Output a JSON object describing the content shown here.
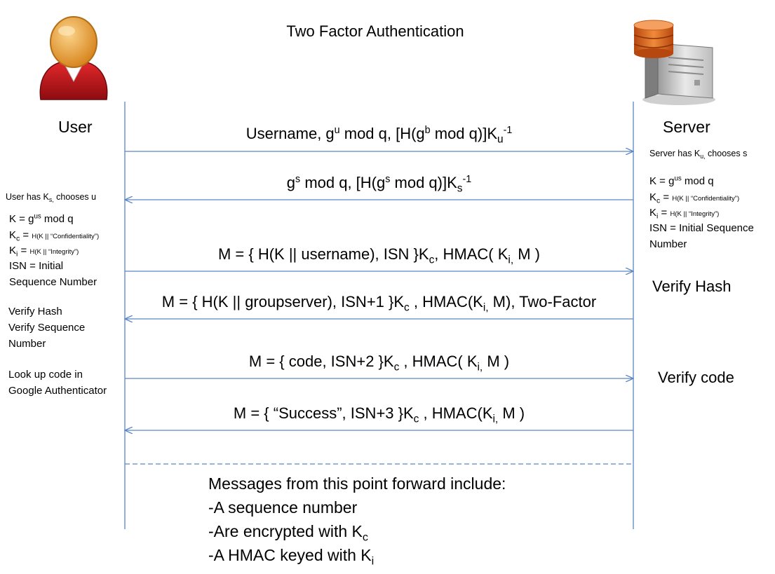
{
  "title": "Two Factor Authentication",
  "actors": {
    "user": "User",
    "server": "Server"
  },
  "messages": [
    {
      "id": "m1",
      "direction": "user-to-server",
      "parts": [
        "Username, g",
        "u",
        " mod q, [H(g",
        "b",
        " mod q)]K",
        "u",
        "-1"
      ]
    },
    {
      "id": "m2",
      "direction": "server-to-user",
      "parts": [
        "g",
        "s",
        " mod q, [H(g",
        "s",
        " mod q)]K",
        "s",
        "-1"
      ]
    },
    {
      "id": "m3",
      "direction": "user-to-server",
      "parts": [
        "M = { H(K || username), ISN }K",
        "c",
        ", HMAC( K",
        "i,",
        " M )"
      ]
    },
    {
      "id": "m4",
      "direction": "server-to-user",
      "parts": [
        "M = { H(K || groupserver), ISN+1 }K",
        "c",
        " , HMAC(K",
        "i,",
        " M), Two-Factor"
      ]
    },
    {
      "id": "m5",
      "direction": "user-to-server",
      "parts": [
        "M = { code, ISN+2 }K",
        "c",
        " , HMAC( K",
        "i,",
        " M )"
      ]
    },
    {
      "id": "m6",
      "direction": "server-to-user",
      "parts": [
        "M = { “Success”, ISN+3 }K",
        "c",
        " , HMAC(K",
        "i,",
        " M )"
      ]
    }
  ],
  "user_notes": {
    "has": [
      "User has K",
      "s,",
      " chooses u"
    ],
    "k": [
      "K = g",
      "us",
      " mod q"
    ],
    "kc": [
      "K",
      "c",
      " = ",
      "H(K || “Confidentiality”)"
    ],
    "ki": [
      "K",
      "i",
      " = ",
      "H(K || “Integrity”)"
    ],
    "isn": [
      "ISN = Initial",
      "Sequence Number"
    ],
    "verify": [
      "Verify Hash",
      "Verify Sequence",
      "Number"
    ],
    "lookup": [
      "Look up code in",
      "Google Authenticator"
    ]
  },
  "server_notes": {
    "has": [
      "Server  has K",
      "u,",
      " chooses s"
    ],
    "k": [
      "K = g",
      "us",
      " mod q"
    ],
    "kc": [
      "K",
      "c",
      " = ",
      "H(K || “Confidentiality”)"
    ],
    "ki": [
      "K",
      "i",
      " = ",
      "H(K || “Integrity”)"
    ],
    "isn": [
      "ISN = Initial Sequence",
      "Number"
    ],
    "verify_hash": "Verify Hash",
    "verify_code": "Verify code"
  },
  "footer": {
    "line1": "Messages from this point forward include:",
    "line2": "-A sequence number",
    "line3": [
      "-Are encrypted with K",
      "c"
    ],
    "line4": [
      "-A HMAC keyed with K",
      "i"
    ]
  },
  "icons": {
    "user": "user-avatar-icon",
    "server": "server-database-icon"
  },
  "colors": {
    "lifeline": "#5b86c5",
    "arrow": "#5b86c5",
    "avatar_red": "#c0161b",
    "avatar_head": "#e8a13a",
    "db_orange": "#e0691f"
  }
}
